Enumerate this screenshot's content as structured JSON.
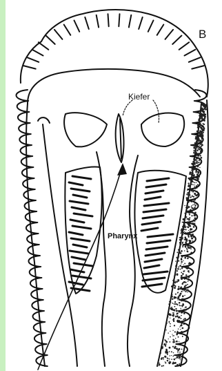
{
  "figure": {
    "panel_letter": "B",
    "labels": {
      "jaw": "Kiefer",
      "pharynx": "Pharynx"
    }
  },
  "colors": {
    "ink": "#111111",
    "background": "#ffffff",
    "left_strip": "#c8f0c0"
  }
}
